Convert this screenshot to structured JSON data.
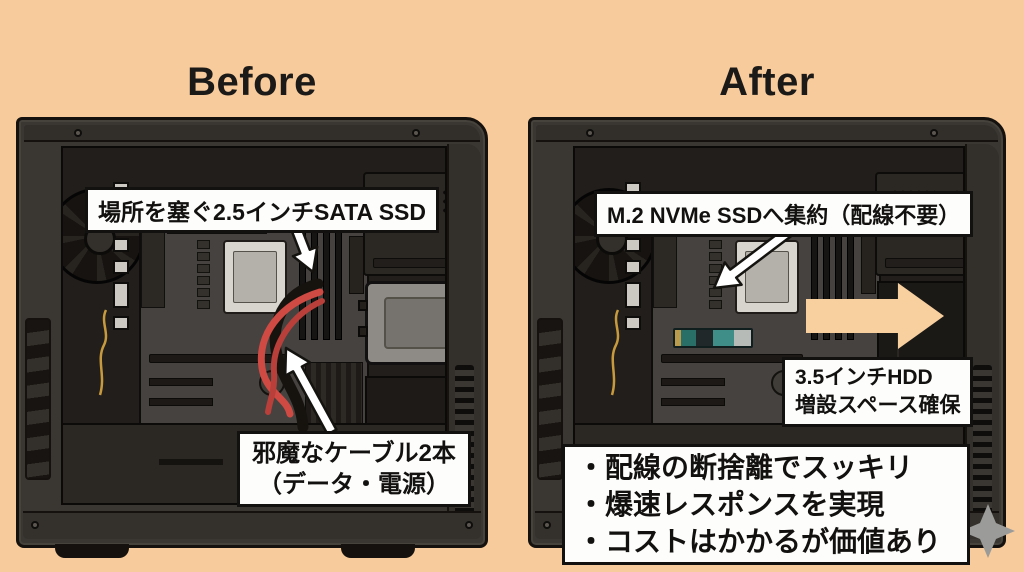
{
  "headings": {
    "before": "Before",
    "after": "After"
  },
  "before": {
    "ssd_label": "場所を塞ぐ2.5インチSATA SSD",
    "cable_label_line1": "邪魔なケーブル2本",
    "cable_label_line2": "（データ・電源）"
  },
  "after": {
    "m2_label": "M.2 NVMe SSDへ集約（配線不要）",
    "hdd_label_line1": "3.5インチHDD",
    "hdd_label_line2": "増設スペース確保",
    "benefits": [
      "・配線の断捨離でスッキリ",
      "・爆速レスポンスを実現",
      "・コストはかかるが価値あり"
    ]
  },
  "colors": {
    "background": "#F7CB9B",
    "case_body": "#3A3632",
    "case_interior": "#211E1B",
    "label_background": "#FDFDFB",
    "label_border": "#121110",
    "big_arrow": "#F8D0A0",
    "pointer_arrow_fill": "#FFFFFF",
    "cable_red": "#CE4A43",
    "cable_black": "#16130F",
    "m2_teal": "#3F8F88",
    "sparkle_gray": "#9B9B99"
  }
}
